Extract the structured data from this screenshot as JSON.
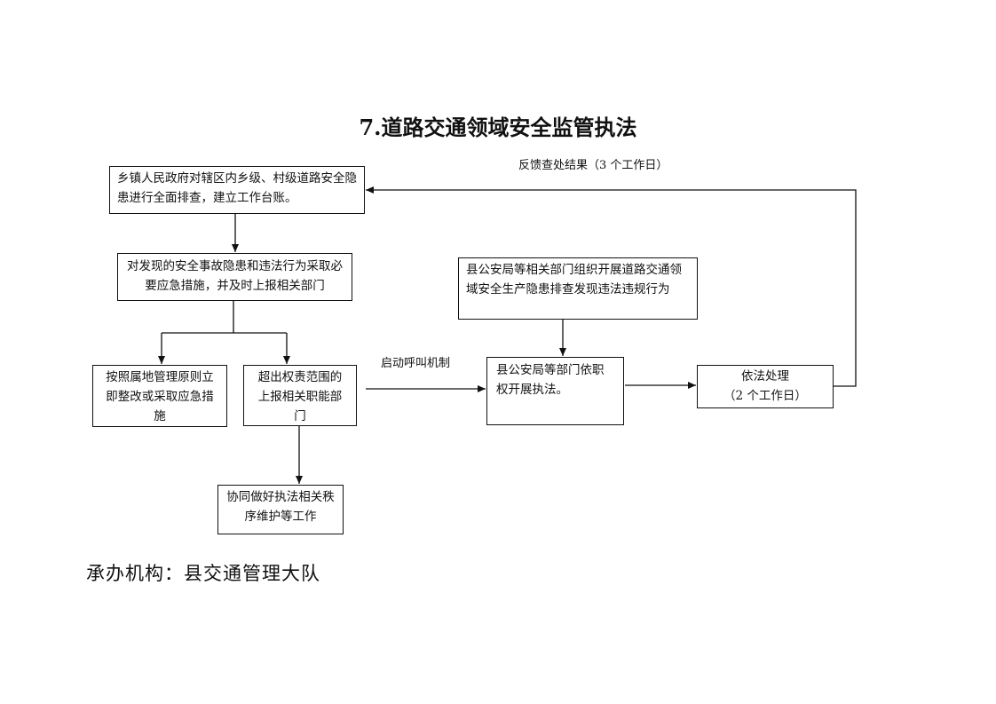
{
  "title": "7.道路交通领域安全监管执法",
  "boxes": {
    "b1": "乡镇人民政府对辖区内乡级、村级道路安全隐患进行全面排查，建立工作台账。",
    "b2": "对发现的安全事故隐患和违法行为采取必要应急措施，并及时上报相关部门",
    "b3": "按照属地管理原则立即整改或采取应急措施",
    "b4": "超出权责范围的上报相关职能部门",
    "b5": "协同做好执法相关秩序维护等工作",
    "b6": "县公安局等相关部门组织开展道路交通领域安全生产隐患排查发现违法违规行为",
    "b7": "县公安局等部门依职权开展执法。",
    "b8_line1": "依法处理",
    "b8_line2": "（2 个工作日）"
  },
  "labels": {
    "feedback": "反馈查处结果（3 个工作日）",
    "callup": "启动呼叫机制"
  },
  "footer": "承办机构：县交通管理大队"
}
